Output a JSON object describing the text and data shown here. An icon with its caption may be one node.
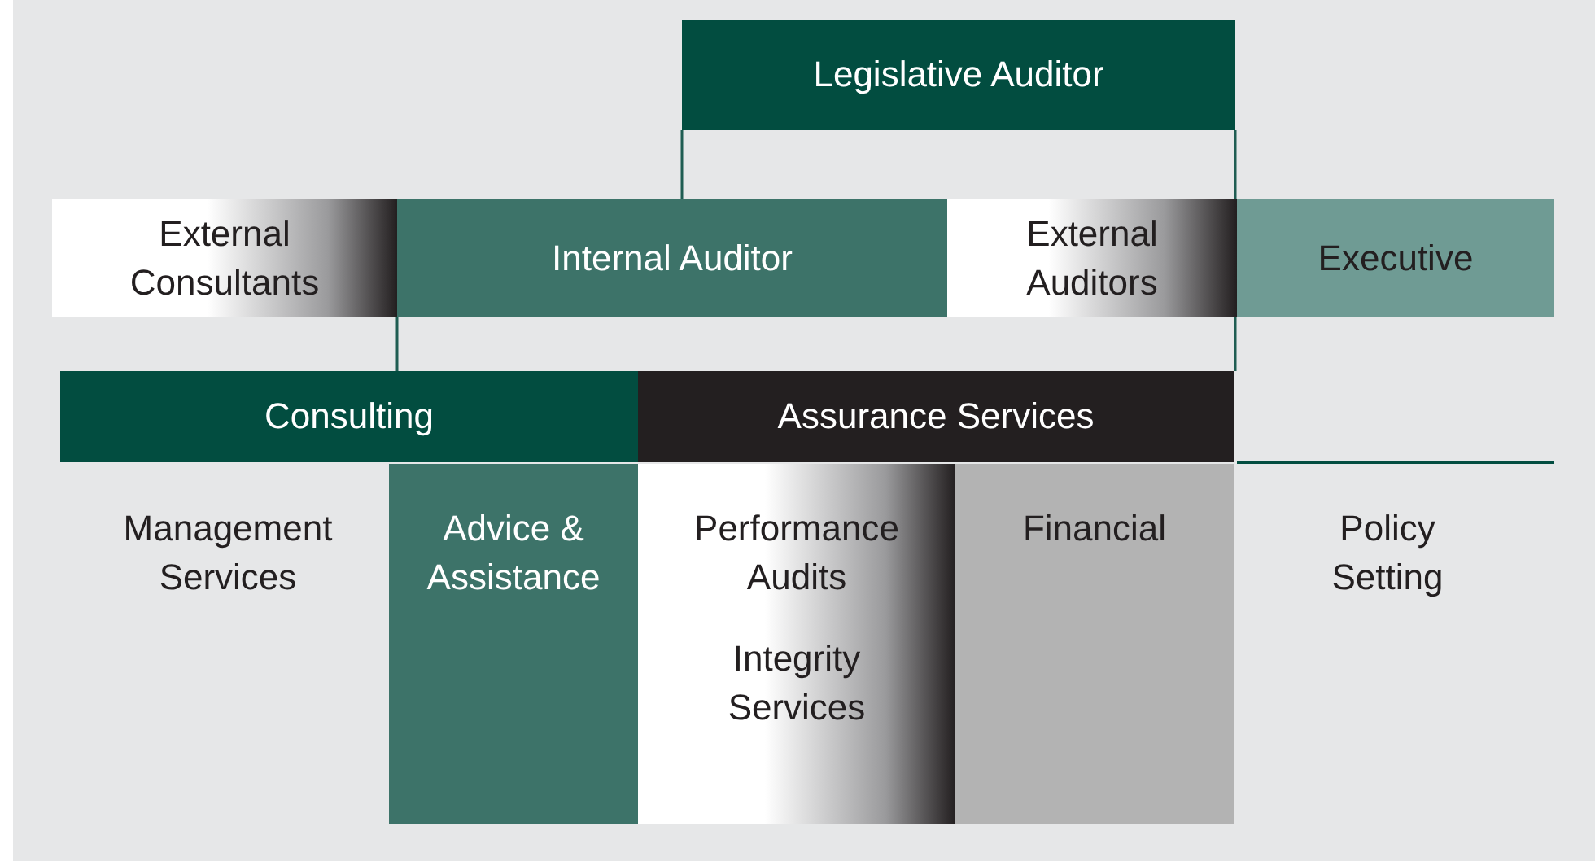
{
  "diagram": {
    "nodes": [
      {
        "text": [
          "Legislative Auditor"
        ]
      },
      {
        "text": [
          "External Consultants"
        ]
      },
      {
        "text": [
          "Internal Auditor"
        ]
      },
      {
        "text": [
          "External Auditors"
        ]
      },
      {
        "text": [
          "Executive"
        ]
      },
      {
        "text": [
          "Consulting"
        ]
      },
      {
        "text": [
          "Assurance Services"
        ]
      },
      {
        "text": [
          "Advice & Assistance"
        ]
      },
      {
        "text": [
          "Performance Audits",
          "Integrity Services"
        ]
      },
      {
        "text": [
          "Financial"
        ]
      }
    ],
    "edges": [
      {
        "from": 0,
        "to": 2,
        "arrow": "none"
      },
      {
        "from": 0,
        "to": 3,
        "arrow": "none"
      },
      {
        "from": 2,
        "to": 5,
        "arrow": "none"
      },
      {
        "from": 3,
        "to": 6,
        "arrow": "none"
      }
    ],
    "labels": [
      "Management Services",
      "Policy Setting"
    ]
  }
}
